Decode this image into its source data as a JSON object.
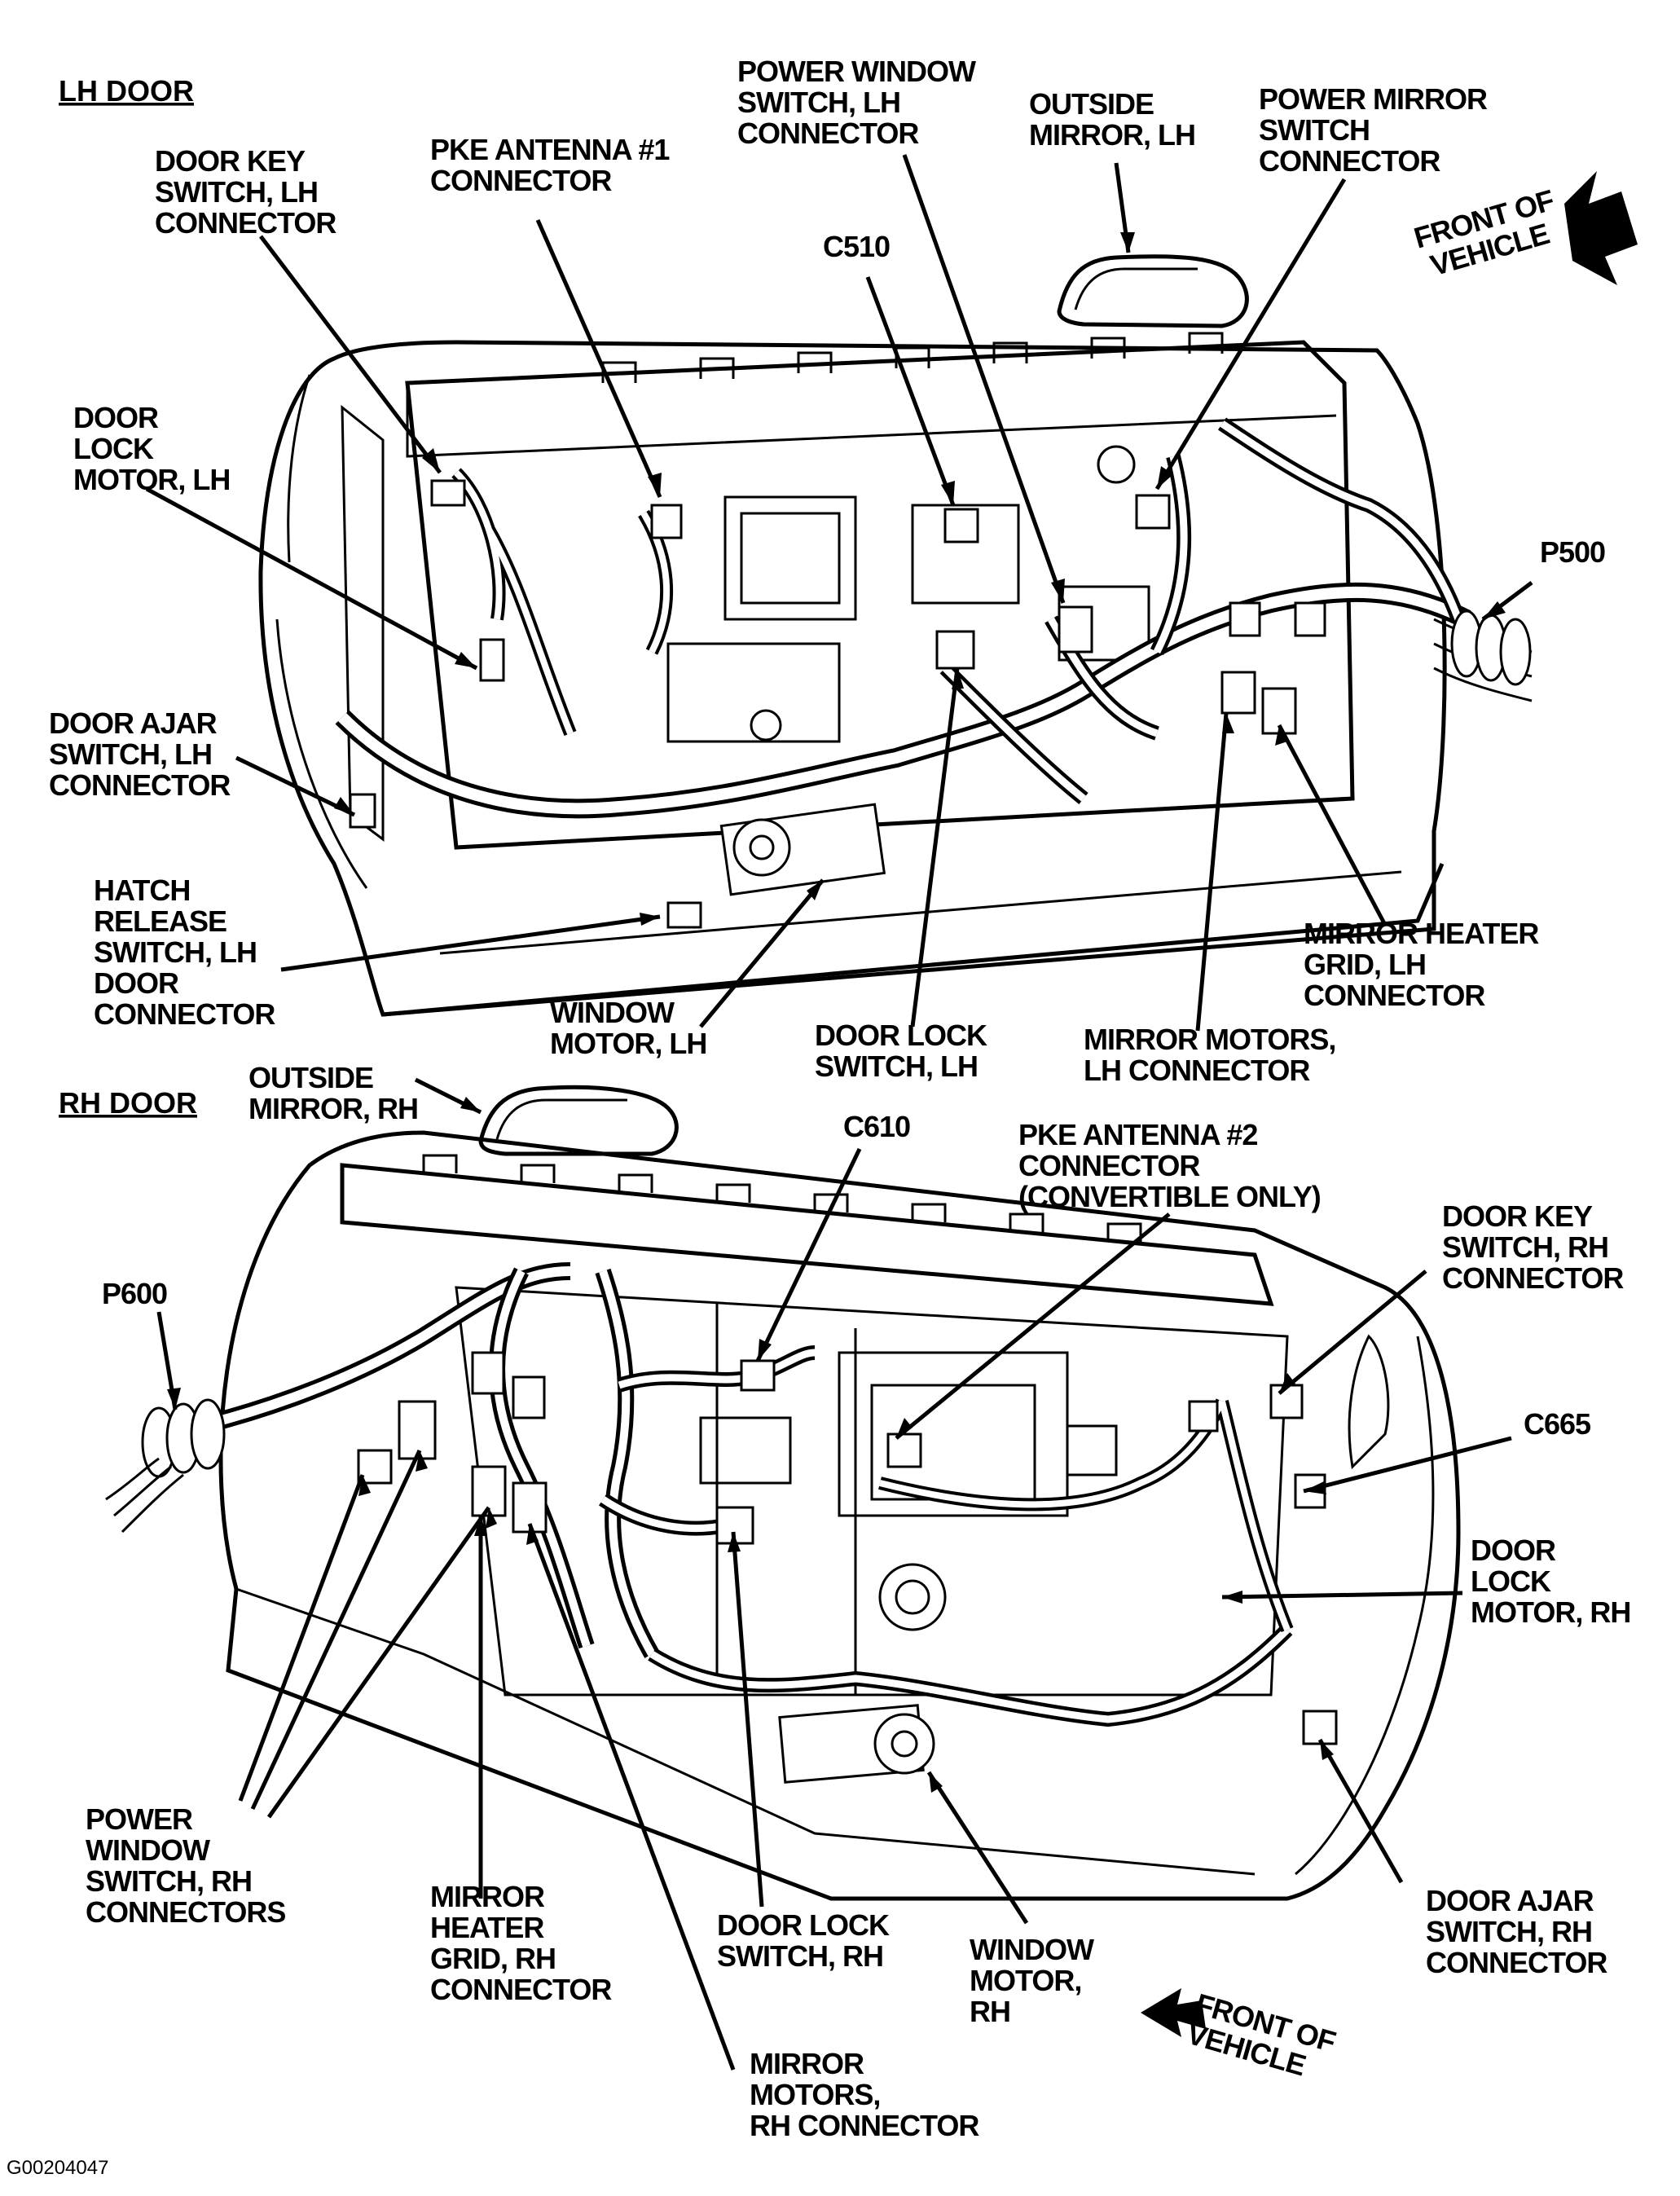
{
  "figure_code": "G00204047",
  "lh_door": {
    "heading": "LH DOOR",
    "labels": {
      "door_key_switch": [
        "DOOR KEY",
        "SWITCH, LH",
        "CONNECTOR"
      ],
      "pke_antenna_1": [
        "PKE ANTENNA #1",
        "CONNECTOR"
      ],
      "power_window_switch": [
        "POWER WINDOW",
        "SWITCH, LH",
        "CONNECTOR"
      ],
      "outside_mirror": [
        "OUTSIDE",
        "MIRROR, LH"
      ],
      "power_mirror_switch": [
        "POWER MIRROR",
        "SWITCH",
        "CONNECTOR"
      ],
      "front_of_vehicle": [
        "FRONT OF",
        "VEHICLE"
      ],
      "c510": [
        "C510"
      ],
      "door_lock_motor": [
        "DOOR",
        "LOCK",
        "MOTOR, LH"
      ],
      "p500": [
        "P500"
      ],
      "door_ajar_switch": [
        "DOOR AJAR",
        "SWITCH, LH",
        "CONNECTOR"
      ],
      "hatch_release_switch": [
        "HATCH",
        "RELEASE",
        "SWITCH, LH",
        "DOOR",
        "CONNECTOR"
      ],
      "window_motor": [
        "WINDOW",
        "MOTOR, LH"
      ],
      "door_lock_switch": [
        "DOOR LOCK",
        "SWITCH, LH"
      ],
      "mirror_motors": [
        "MIRROR MOTORS,",
        "LH CONNECTOR"
      ],
      "mirror_heater_grid": [
        "MIRROR HEATER",
        "GRID, LH",
        "CONNECTOR"
      ]
    }
  },
  "rh_door": {
    "heading": "RH DOOR",
    "labels": {
      "outside_mirror": [
        "OUTSIDE",
        "MIRROR, RH"
      ],
      "c610": [
        "C610"
      ],
      "pke_antenna_2": [
        "PKE ANTENNA #2",
        "CONNECTOR",
        "(CONVERTIBLE ONLY)"
      ],
      "door_key_switch": [
        "DOOR KEY",
        "SWITCH, RH",
        "CONNECTOR"
      ],
      "p600": [
        "P600"
      ],
      "c665": [
        "C665"
      ],
      "door_lock_motor": [
        "DOOR",
        "LOCK",
        "MOTOR, RH"
      ],
      "power_window_switch": [
        "POWER",
        "WINDOW",
        "SWITCH, RH",
        "CONNECTORS"
      ],
      "mirror_heater_grid": [
        "MIRROR",
        "HEATER",
        "GRID, RH",
        "CONNECTOR"
      ],
      "door_lock_switch": [
        "DOOR LOCK",
        "SWITCH, RH"
      ],
      "window_motor": [
        "WINDOW",
        "MOTOR,",
        "RH"
      ],
      "front_of_vehicle": [
        "FRONT OF",
        "VEHICLE"
      ],
      "mirror_motors": [
        "MIRROR",
        "MOTORS,",
        "RH CONNECTOR"
      ],
      "door_ajar_switch": [
        "DOOR AJAR",
        "SWITCH, RH",
        "CONNECTOR"
      ]
    }
  }
}
